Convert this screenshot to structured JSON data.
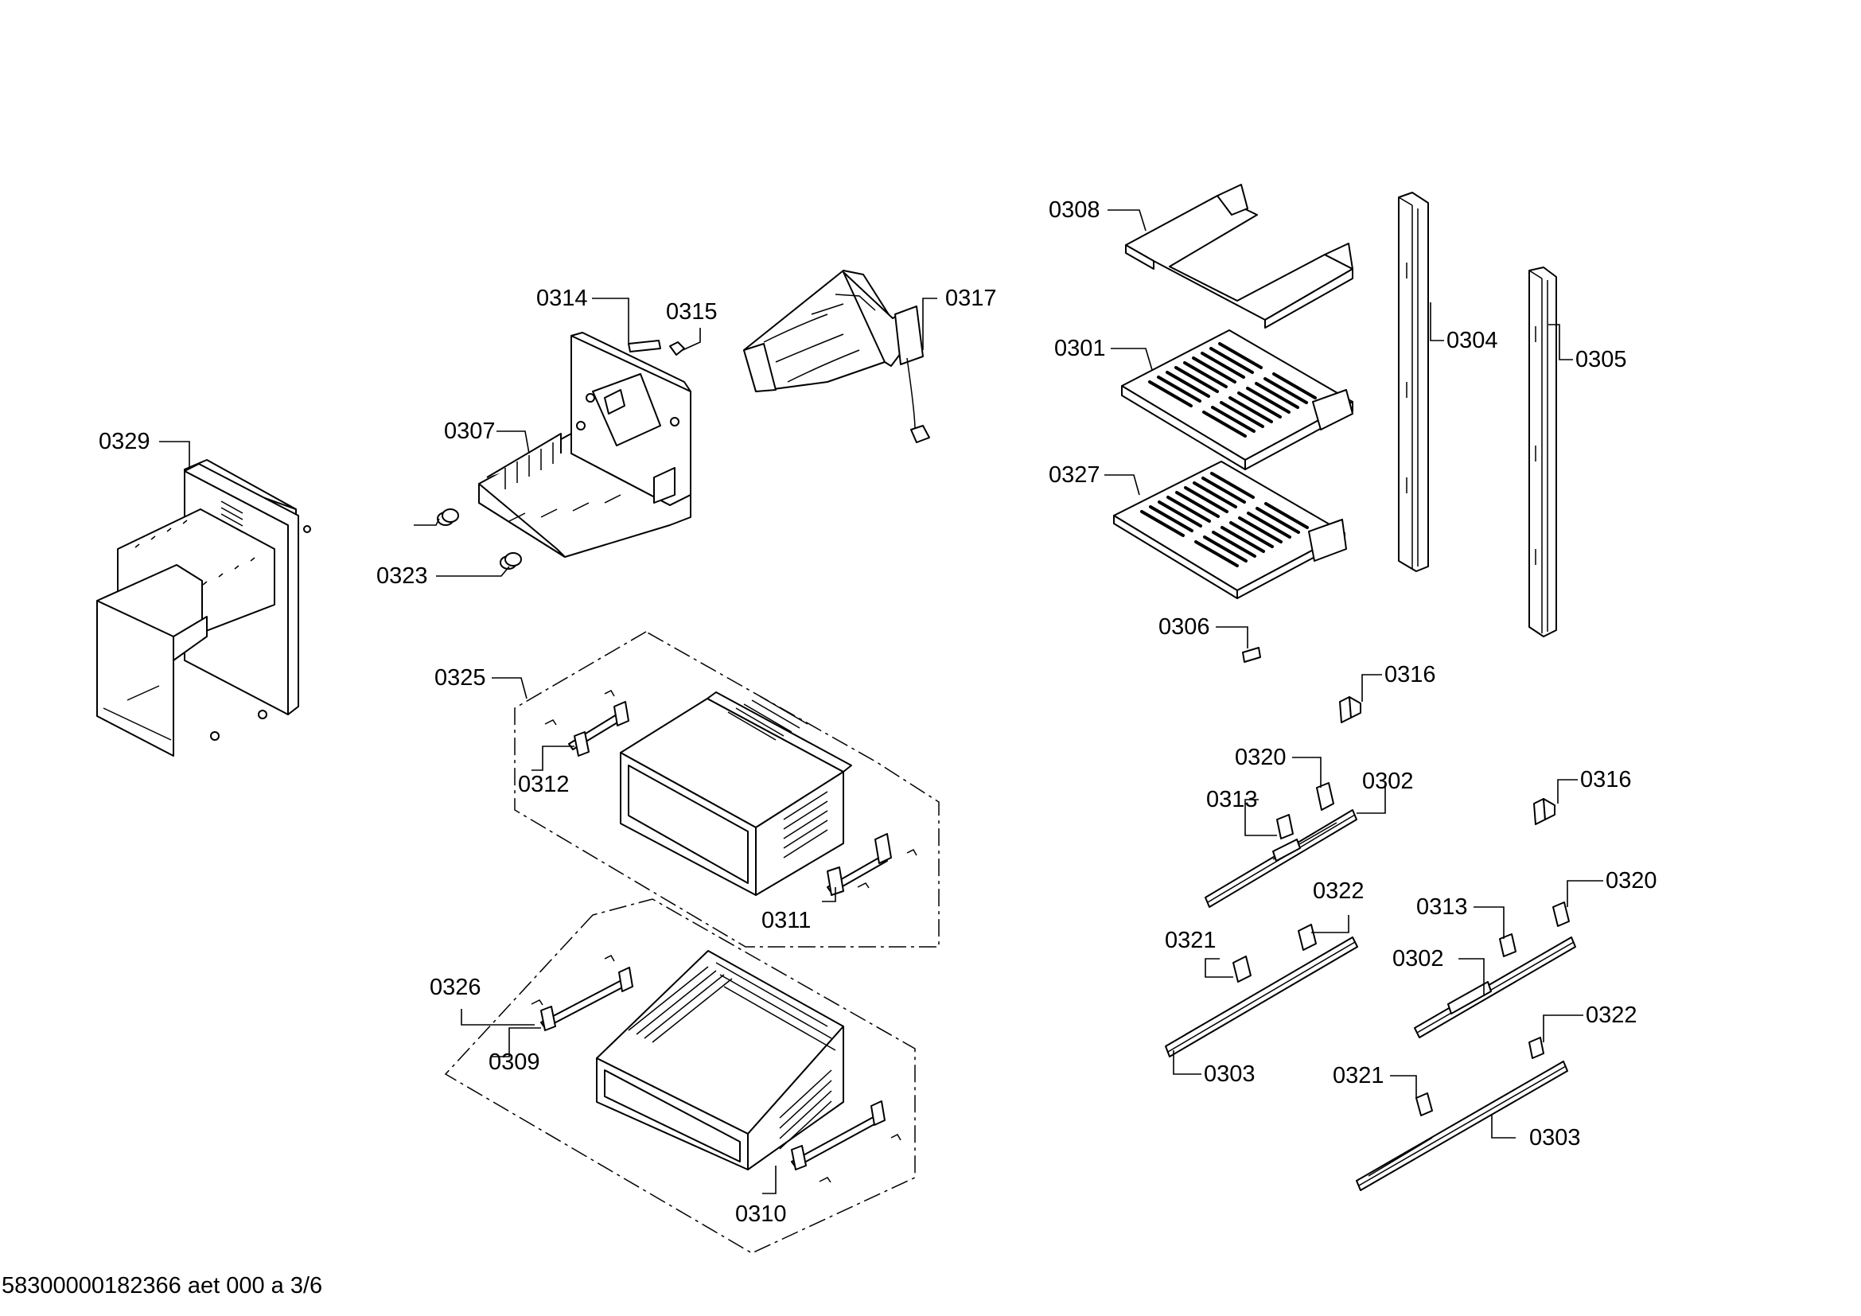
{
  "labels": {
    "p0308": "0308",
    "p0301": "0301",
    "p0327": "0327",
    "p0304": "0304",
    "p0305": "0305",
    "p0306": "0306",
    "p0316a": "0316",
    "p0316b": "0316",
    "p0320a": "0320",
    "p0320b": "0320",
    "p0313a": "0313",
    "p0313b": "0313",
    "p0302a": "0302",
    "p0302b": "0302",
    "p0322a": "0322",
    "p0322b": "0322",
    "p0321a": "0321",
    "p0321b": "0321",
    "p0303a": "0303",
    "p0303b": "0303",
    "p0314": "0314",
    "p0315": "0315",
    "p0317": "0317",
    "p0307": "0307",
    "p0323": "0323",
    "p0329": "0329",
    "p0325": "0325",
    "p0312": "0312",
    "p0311": "0311",
    "p0326": "0326",
    "p0309": "0309",
    "p0310": "0310"
  },
  "footer": "58300000182366 aet 000 a 3/6"
}
